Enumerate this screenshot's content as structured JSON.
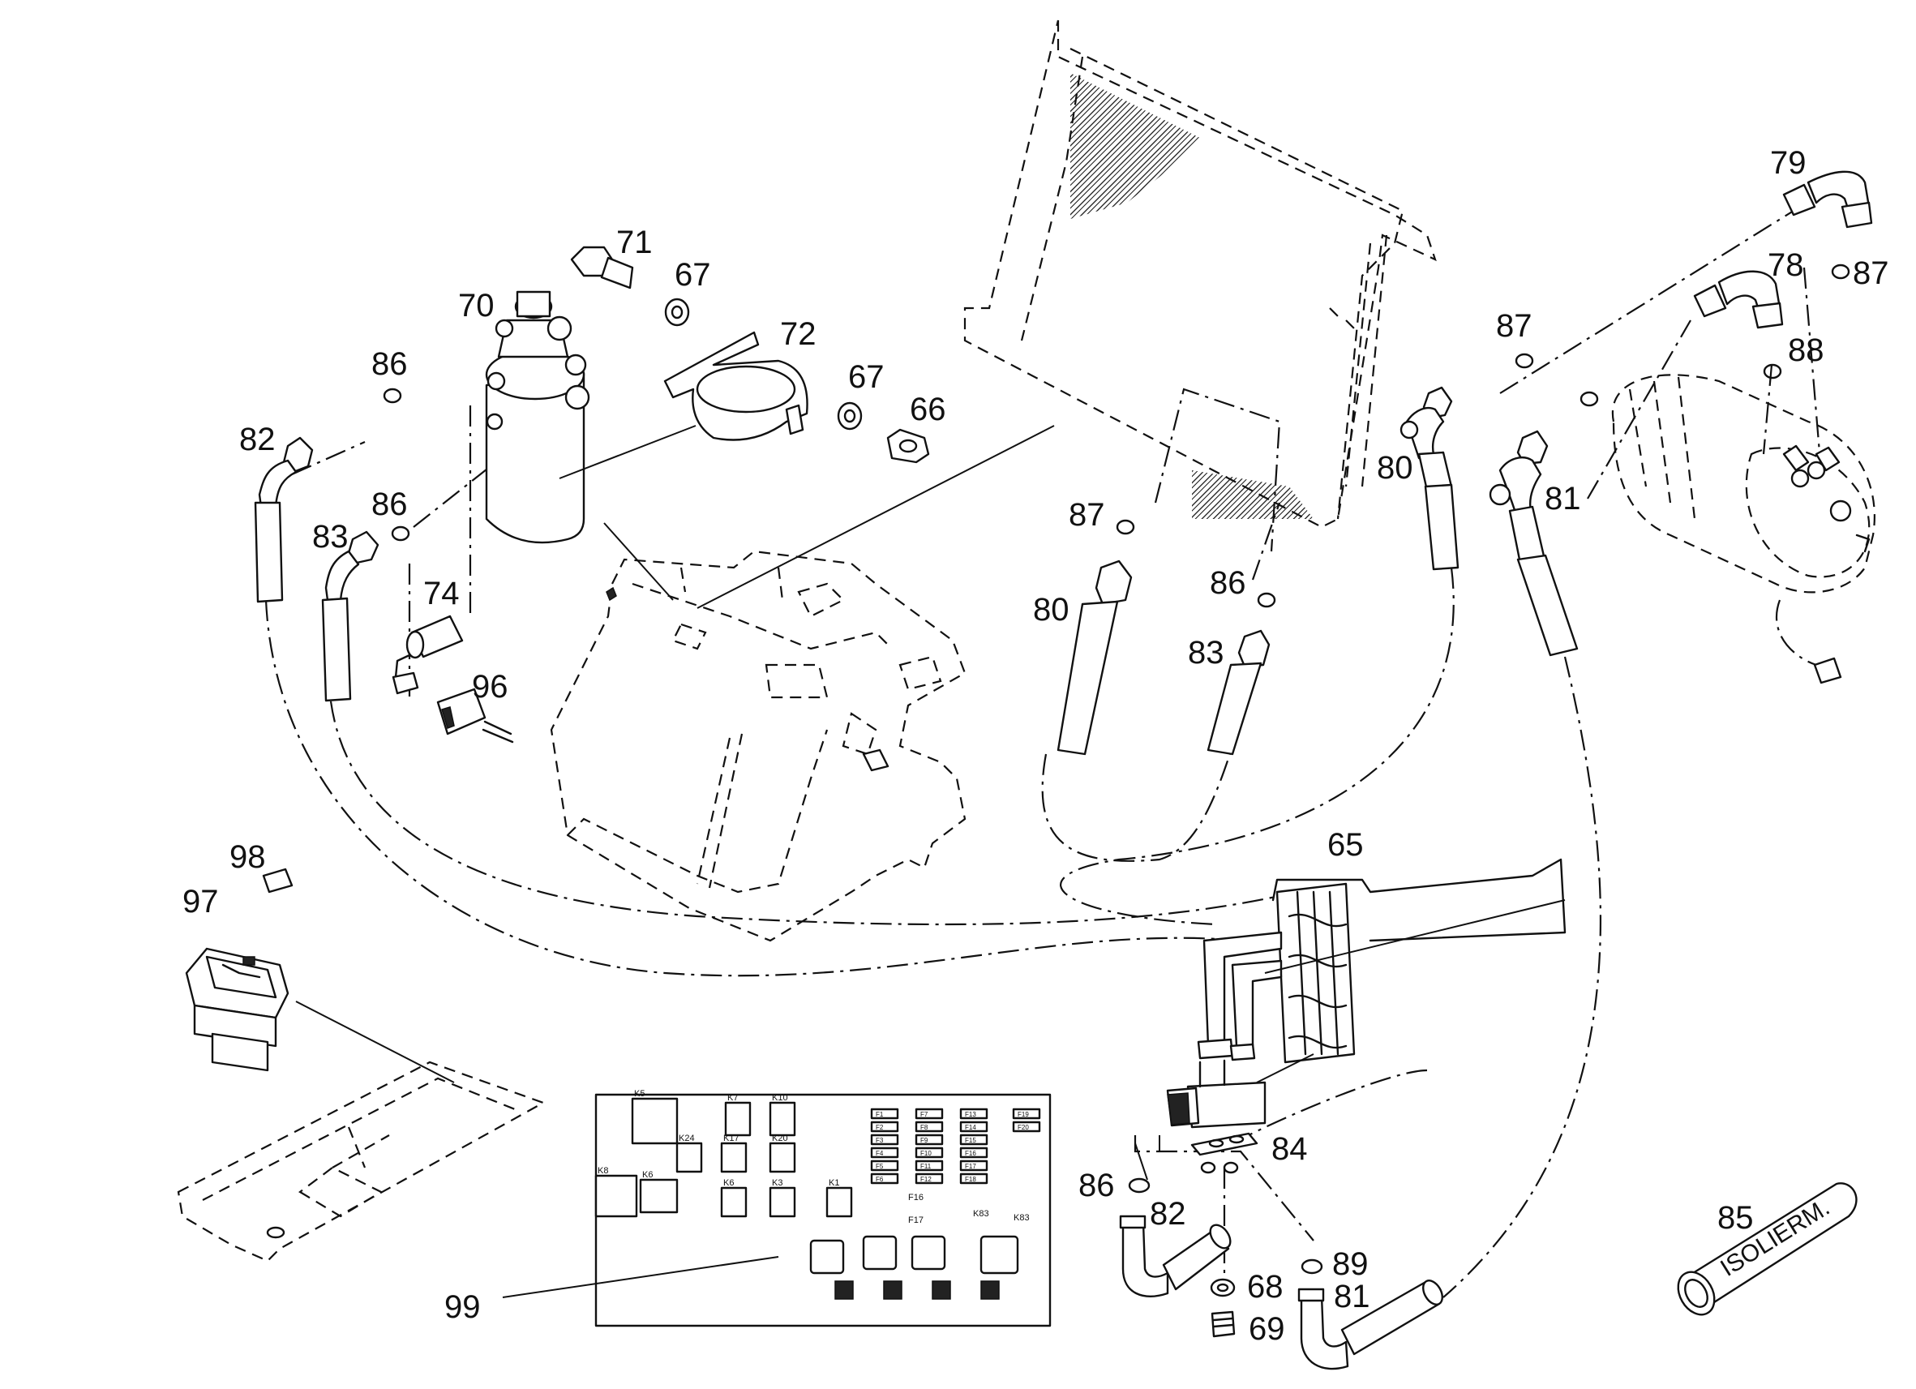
{
  "callouts": [
    {
      "id": "c65",
      "label": "65"
    },
    {
      "id": "c66",
      "label": "66"
    },
    {
      "id": "c67a",
      "label": "67"
    },
    {
      "id": "c67b",
      "label": "67"
    },
    {
      "id": "c68",
      "label": "68"
    },
    {
      "id": "c69",
      "label": "69"
    },
    {
      "id": "c70",
      "label": "70"
    },
    {
      "id": "c71",
      "label": "71"
    },
    {
      "id": "c72",
      "label": "72"
    },
    {
      "id": "c74",
      "label": "74"
    },
    {
      "id": "c78",
      "label": "78"
    },
    {
      "id": "c79",
      "label": "79"
    },
    {
      "id": "c80a",
      "label": "80"
    },
    {
      "id": "c80b",
      "label": "80"
    },
    {
      "id": "c81a",
      "label": "81"
    },
    {
      "id": "c81b",
      "label": "81"
    },
    {
      "id": "c82a",
      "label": "82"
    },
    {
      "id": "c82b",
      "label": "82"
    },
    {
      "id": "c83a",
      "label": "83"
    },
    {
      "id": "c83b",
      "label": "83"
    },
    {
      "id": "c84",
      "label": "84"
    },
    {
      "id": "c85",
      "label": "85"
    },
    {
      "id": "c86a",
      "label": "86"
    },
    {
      "id": "c86b",
      "label": "86"
    },
    {
      "id": "c86c",
      "label": "86"
    },
    {
      "id": "c86d",
      "label": "86"
    },
    {
      "id": "c87a",
      "label": "87"
    },
    {
      "id": "c87b",
      "label": "87"
    },
    {
      "id": "c87c",
      "label": "87"
    },
    {
      "id": "c88",
      "label": "88"
    },
    {
      "id": "c89",
      "label": "89"
    },
    {
      "id": "c96",
      "label": "96"
    },
    {
      "id": "c97",
      "label": "97"
    },
    {
      "id": "c98",
      "label": "98"
    },
    {
      "id": "c99",
      "label": "99"
    }
  ],
  "sleeve": {
    "text": "ISOLIERM."
  },
  "pcb": {
    "relay_labels": [
      "K5",
      "K7",
      "K10",
      "K24",
      "K17",
      "K20",
      "K8",
      "K6",
      "K6",
      "K3",
      "K1"
    ],
    "fuse_labels": [
      "F1",
      "F2",
      "F3",
      "F4",
      "F5",
      "F6",
      "F7",
      "F8",
      "F9",
      "F10",
      "F11",
      "F12",
      "F13",
      "F14",
      "F15",
      "F16",
      "F17",
      "F18",
      "F19",
      "F20"
    ],
    "aux_labels": [
      "F16",
      "F17",
      "K83",
      "K83"
    ]
  }
}
